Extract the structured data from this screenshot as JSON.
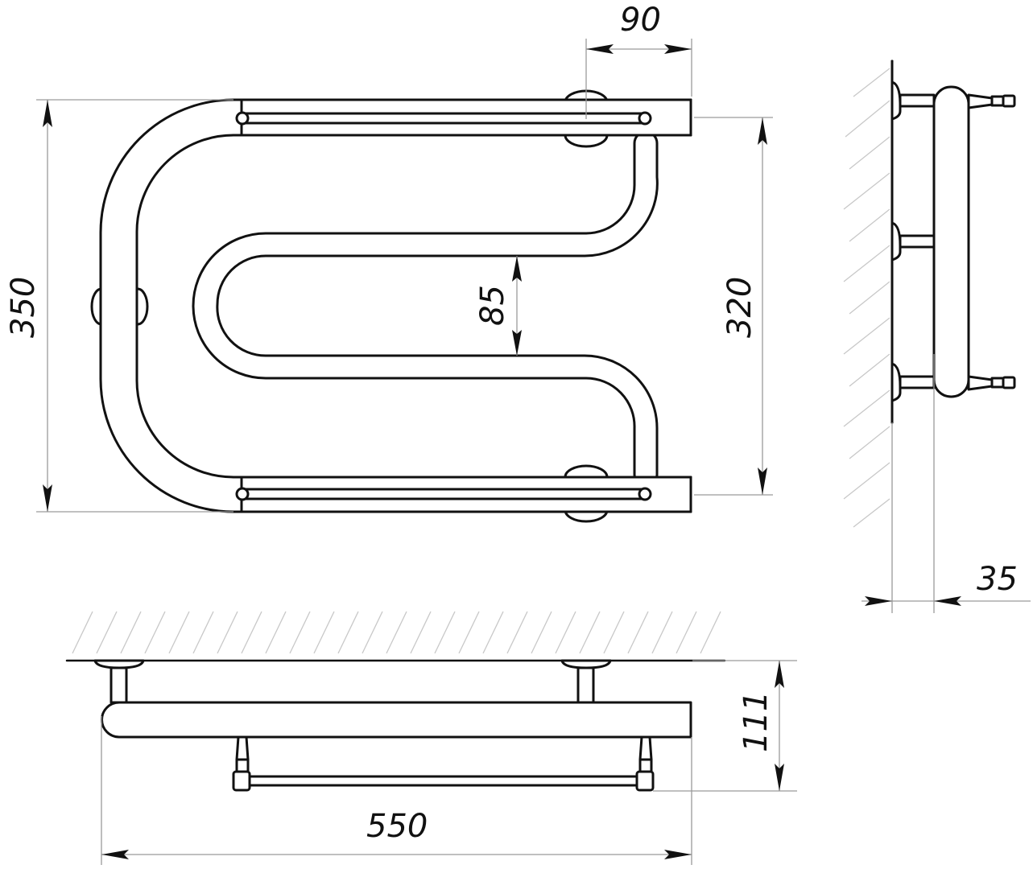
{
  "drawing": {
    "subject": "U-shaped heated towel rail, technical drawing",
    "units": "mm",
    "stroke_color": "#111111",
    "dim_line_color": "#9a9a9a",
    "hatch_color": "#c8c8c8",
    "background": "#ffffff"
  },
  "views": {
    "front": {
      "dimensions": {
        "outlet_offset": "90",
        "overall_height": "350",
        "inner_gap": "85",
        "pipe_centers": "320"
      }
    },
    "side": {
      "dimensions": {
        "wall_to_pipe": "35"
      }
    },
    "top": {
      "dimensions": {
        "overall_width": "550",
        "overall_depth": "111"
      }
    }
  }
}
